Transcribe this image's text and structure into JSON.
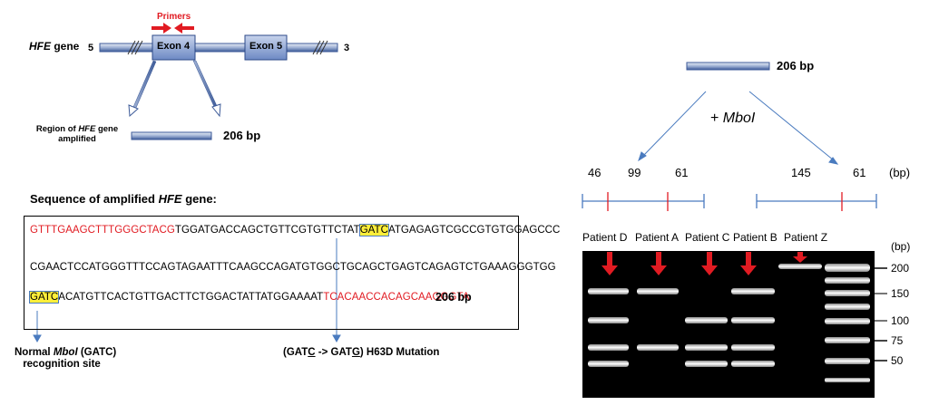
{
  "gene_diagram": {
    "gene_label_italic": "HFE",
    "gene_label_rest": " gene",
    "end5": "5",
    "end3": "3",
    "primers_label": "Primers",
    "exon4": "Exon 4",
    "exon5": "Exon 5",
    "region_label_line1_a": "Region of ",
    "region_label_line1_italic": "HFE",
    "region_label_line1_b": " gene",
    "region_label_line2": "amplified",
    "product_size": "206 bp"
  },
  "sequence": {
    "title_a": "Sequence of amplified ",
    "title_italic": "HFE",
    "title_b": " gene:",
    "line1": {
      "red": "GTTTGAAGCTTTGGGCTACG",
      "black1": "TGGATGACCAGCTGTTCGTGTTCTAT",
      "highlight": "GATC",
      "black2": "ATGAGAGTCGCCGTGTGGAGCCC"
    },
    "line2": "CGAACTCCATGGGTTTCCAGTAGAATTTCAAGCCAGATGTGGCTGCAGCTGAGTCAGAGTCTGAAAGGGTGG",
    "line3": {
      "highlight": "GATC",
      "black": "ACATGTTCACTGTTGACTTCTGGACTATTATGGAAAAT",
      "red": "TCACAACCACAGCAAGGGTA",
      "size": "206 bp"
    },
    "note_left_line1_a": "Normal ",
    "note_left_line1_italic": "MboI",
    "note_left_line1_b": " (GATC)",
    "note_left_line2": "recognition site",
    "note_right": {
      "a": "(GAT",
      "b": "C",
      "c": " -> GAT",
      "d": "G",
      "e": ")  H63D Mutation"
    }
  },
  "digest": {
    "product_size": "206 bp",
    "enzyme_plus": "+ ",
    "enzyme": "MboI",
    "left_fragments": [
      "46",
      "99",
      "61"
    ],
    "right_fragments": [
      "145",
      "61"
    ],
    "unit": "(bp)"
  },
  "gel": {
    "lanes": [
      "Patient D",
      "Patient A",
      "Patient C",
      "Patient B",
      "Patient Z"
    ],
    "unit": "(bp)",
    "ladder": [
      "200",
      "150",
      "100",
      "75",
      "50"
    ]
  },
  "colors": {
    "red": "#e11b22",
    "blue": "#4a7bbf",
    "highlight": "#ffef3a"
  }
}
